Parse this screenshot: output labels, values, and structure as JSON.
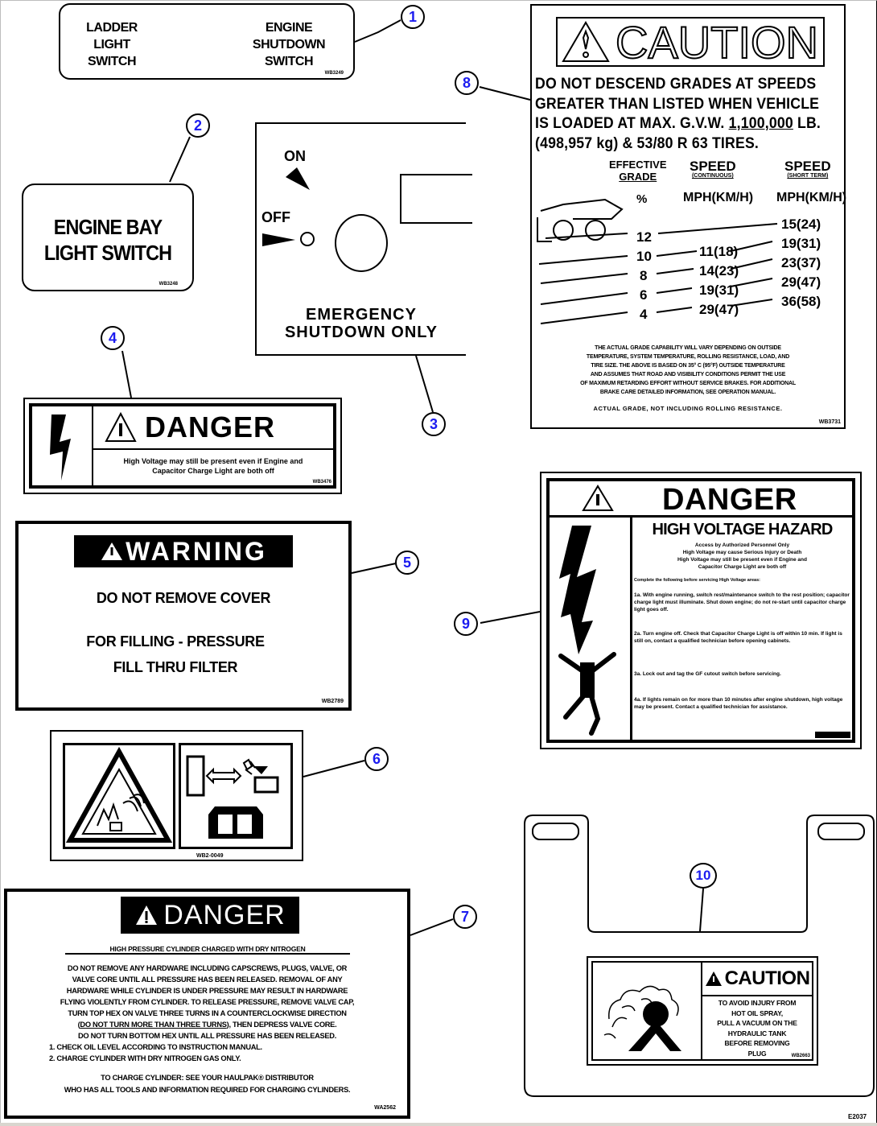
{
  "diagram": {
    "type": "decal-placement-sheet",
    "sheet_code": "E2037",
    "callouts": [
      "1",
      "2",
      "3",
      "4",
      "5",
      "6",
      "7",
      "8",
      "9",
      "10"
    ]
  },
  "decals": {
    "d1": {
      "callout": "1",
      "left_lines": [
        "LADDER",
        "LIGHT",
        "SWITCH"
      ],
      "right_lines": [
        "ENGINE",
        "SHUTDOWN",
        "SWITCH"
      ],
      "code": "WB3249"
    },
    "d2": {
      "callout": "2",
      "lines": [
        "ENGINE BAY",
        "LIGHT SWITCH"
      ],
      "code": "WB3248"
    },
    "d3": {
      "callout": "3",
      "on_label": "ON",
      "off_label": "OFF",
      "lines": [
        "EMERGENCY",
        "SHUTDOWN ONLY"
      ]
    },
    "d4": {
      "callout": "4",
      "signal_word": "DANGER",
      "message_lines": [
        "High Voltage may still be present even if Engine and",
        "Capacitor Charge Light are both off"
      ],
      "code": "WB3476"
    },
    "d5": {
      "callout": "5",
      "signal_word": "WARNING",
      "line1": "DO NOT REMOVE COVER",
      "line2": "FOR FILLING - PRESSURE",
      "line3": "FILL THRU FILTER",
      "code": "WB2789"
    },
    "d6": {
      "callout": "6",
      "code": "WB2-0049"
    },
    "d7": {
      "callout": "7",
      "signal_word": "DANGER",
      "subtitle": "HIGH PRESSURE CYLINDER CHARGED WITH DRY NITROGEN",
      "body_lines": [
        "DO NOT REMOVE ANY HARDWARE INCLUDING CAPSCREWS, PLUGS, VALVE, OR",
        "VALVE CORE UNTIL ALL PRESSURE HAS BEEN RELEASED. REMOVAL OF ANY",
        "HARDWARE WHILE CYLINDER IS UNDER PRESSURE MAY RESULT IN HARDWARE",
        "FLYING VIOLENTLY FROM CYLINDER. TO RELEASE PRESSURE, REMOVE VALVE CAP,",
        "TURN TOP HEX ON VALVE THREE TURNS IN A COUNTERCLOCKWISE DIRECTION"
      ],
      "underlined": "DO NOT TURN MORE THAN THREE TURNS",
      "body_line6_tail": "), THEN DEPRESS VALVE CORE.",
      "body_line7": "DO NOT TURN BOTTOM HEX UNTIL ALL PRESSURE HAS BEEN RELEASED.",
      "steps": [
        "1. CHECK OIL LEVEL ACCORDING TO INSTRUCTION MANUAL.",
        "2. CHARGE CYLINDER WITH DRY NITROGEN GAS ONLY."
      ],
      "foot_line1": "TO CHARGE CYLINDER:   SEE YOUR HAULPAK® DISTRIBUTOR",
      "foot_line2": "WHO HAS ALL TOOLS AND INFORMATION REQUIRED FOR CHARGING CYLINDERS.",
      "code": "WA2562"
    },
    "d8": {
      "callout": "8",
      "signal_word": "CAUTION",
      "message_lines": [
        "DO NOT DESCEND GRADES AT SPEEDS",
        "GREATER THAN LISTED WHEN VEHICLE"
      ],
      "line3_pre": "IS LOADED AT MAX. G.V.W. ",
      "line3_weight": "1,100,000",
      "line3_post": " LB.",
      "line4": "(498,957 kg) & 53/80 R 63 TIRES.",
      "table": {
        "col1_header": [
          "EFFECTIVE",
          "GRADE"
        ],
        "col2_header": [
          "SPEED",
          "(CONTINUOUS)"
        ],
        "col3_header": [
          "SPEED",
          "(SHORT TERM)"
        ],
        "units": [
          "%",
          "MPH(KM/H)",
          "MPH(KM/H)"
        ],
        "grades": [
          "12",
          "10",
          "8",
          "6",
          "4"
        ],
        "continuous": [
          "",
          "11(18)",
          "14(23)",
          "19(31)",
          "29(47)"
        ],
        "short_term": [
          "15(24)",
          "19(31)",
          "23(37)",
          "29(47)",
          "36(58)"
        ]
      },
      "note_lines": [
        "THE ACTUAL GRADE CAPABILITY WILL VARY DEPENDING ON OUTSIDE",
        "TEMPERATURE, SYSTEM TEMPERATURE, ROLLING RESISTANCE, LOAD, AND",
        "TIRE SIZE. THE ABOVE IS BASED ON 35° C (95°F) OUTSIDE TEMPERATURE",
        "AND ASSUMES THAT ROAD AND VISIBILITY CONDITIONS PERMIT THE USE",
        "OF MAXIMUM RETARDING EFFORT WITHOUT SERVICE BRAKES. FOR ADDITIONAL",
        "BRAKE CARE DETAILED INFORMATION, SEE OPERATION MANUAL."
      ],
      "note_final": "ACTUAL GRADE, NOT INCLUDING ROLLING RESISTANCE.",
      "code": "WB3731"
    },
    "d9": {
      "callout": "9",
      "signal_word": "DANGER",
      "title": "HIGH VOLTAGE HAZARD",
      "intro_lines": [
        "Access by Authorized Personnel Only",
        "High Voltage may cause Serious Injury or Death",
        "High Voltage may still be present even if Engine and",
        "Capacitor Charge Light are both off"
      ],
      "para_lead": "Complete the following before servicing High Voltage areas:",
      "para1": "1a. With engine running, switch rest/maintenance switch to the rest position; capacitor charge light must illuminate. Shut down engine; do not re-start until capacitor charge light goes off.",
      "para2": "2a. Turn engine off. Check that Capacitor Charge Light is off within 10 min. If light is still on, contact a qualified technician before opening cabinets.",
      "para3": "3a. Lock out and tag the GF cutout switch before servicing.",
      "para4": "4a. If lights remain on for more than 10 minutes after engine shutdown, high voltage may be present. Contact a qualified technician for assistance."
    },
    "d10": {
      "callout": "10",
      "signal_word": "CAUTION",
      "message_lines": [
        "TO AVOID INJURY FROM",
        "HOT OIL SPRAY,",
        "PULL A VACUUM ON THE",
        "HYDRAULIC TANK",
        "BEFORE REMOVING",
        "PLUG"
      ],
      "code": "WB2663"
    }
  }
}
